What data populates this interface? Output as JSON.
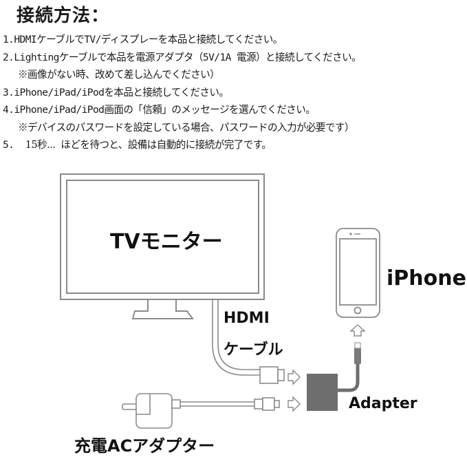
{
  "title": "接続方法：",
  "steps": [
    {
      "num": "1.",
      "text": "HDMIケーブルでTV/ディスプレーを本品と接続してください。"
    },
    {
      "num": "2.",
      "text": "Lightingケーブルで本品を電源アダプタ（5V/1A 電源）と接続してください。"
    },
    {
      "num": "",
      "text": "※画像がない時、改めて差し込んでください）"
    },
    {
      "num": "3.",
      "text": "iPhone/iPad/iPodを本品と接続してください。"
    },
    {
      "num": "4.",
      "text": "iPhone/iPad/iPod画面の「信頼」のメッセージを選んでください。"
    },
    {
      "num": "",
      "text": "※デバイスのパスワードを設定している場合、パスワードの入力が必要です）"
    },
    {
      "num": "5.",
      "prefix": "15秒...",
      "text": "ほどを待つと、設備は自動的に接続が完了です。"
    }
  ],
  "diagram": {
    "tv_label": "TVモニター",
    "iphone_label": "iPhone",
    "hdmi_label_line1": "HDMI",
    "hdmi_label_line2": "ケーブル",
    "adapter_label": "Adapter",
    "ac_adapter_label": "充電ACアダプター",
    "colors": {
      "line": "#8a8a8a",
      "adapter_fill": "#6e6e6e",
      "lightning_fill": "#7a7a7a"
    }
  }
}
